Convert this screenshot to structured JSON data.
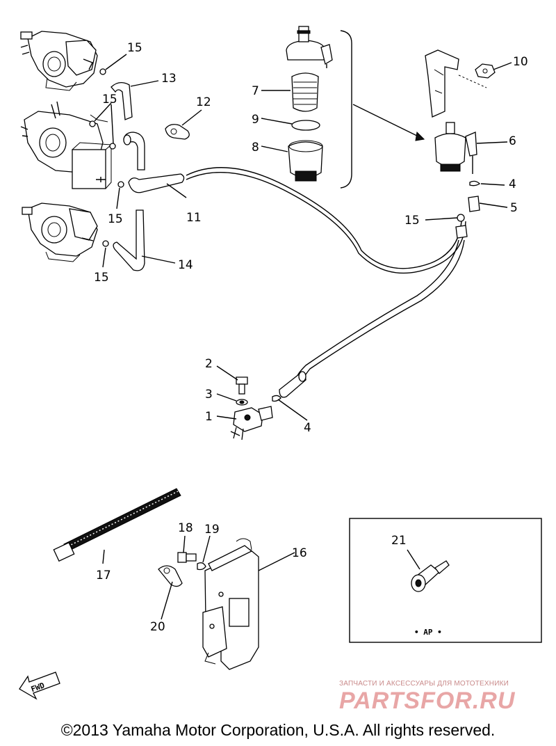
{
  "callouts": {
    "c1": "1",
    "c2": "2",
    "c3": "3",
    "c4a": "4",
    "c4b": "4",
    "c5": "5",
    "c6": "6",
    "c7": "7",
    "c8": "8",
    "c9": "9",
    "c10": "10",
    "c11": "11",
    "c12": "12",
    "c13": "13",
    "c14": "14",
    "c15a": "15",
    "c15b": "15",
    "c15c": "15",
    "c15d": "15",
    "c15e": "15",
    "c16": "16",
    "c17": "17",
    "c18": "18",
    "c19": "19",
    "c20": "20",
    "c21": "21"
  },
  "inset_label": "• AP •",
  "fwd_label": "FWD",
  "watermark": {
    "subtitle": "ЗАПЧАСТИ И АКСЕССУАРЫ ДЛЯ МОТОТЕХНИКИ",
    "brand": "PARTSFOR.RU"
  },
  "copyright": "©2013 Yamaha Motor Corporation, U.S.A. All rights reserved."
}
